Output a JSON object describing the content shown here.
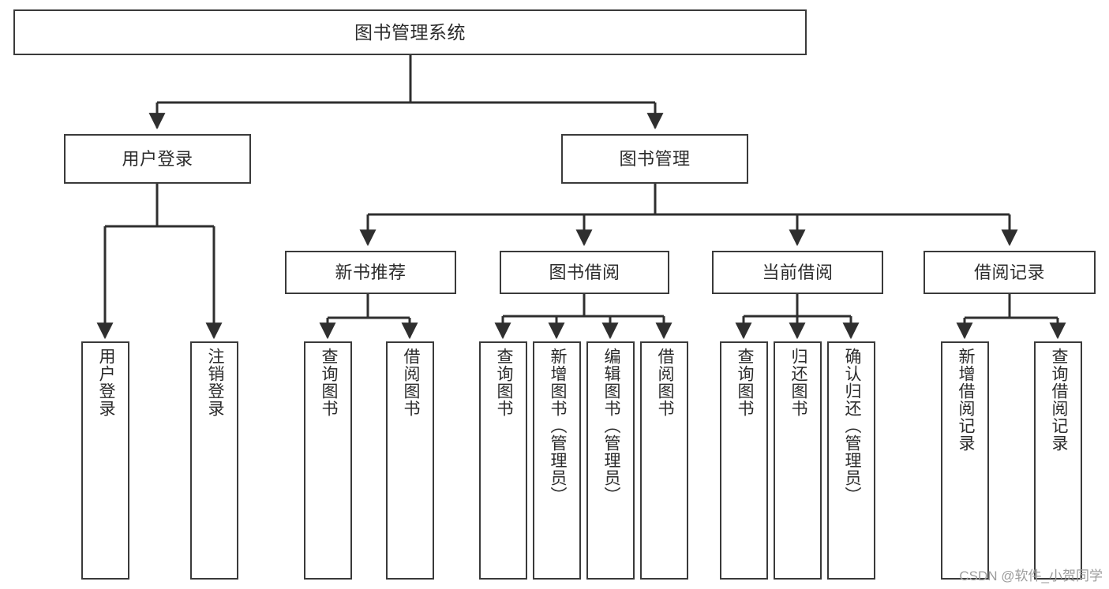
{
  "diagram": {
    "type": "tree",
    "title": "图书管理系统",
    "style": {
      "box_stroke": "#3a3a3a",
      "box_fill": "#ffffff",
      "edge_stroke": "#2f2f2f",
      "text_color": "#2b2b2b",
      "background": "#ffffff"
    },
    "nodes": {
      "root": {
        "label": "图书管理系统"
      },
      "level2": [
        {
          "label": "用户登录"
        },
        {
          "label": "图书管理"
        }
      ],
      "level3": [
        {
          "label": "新书推荐"
        },
        {
          "label": "图书借阅"
        },
        {
          "label": "当前借阅"
        },
        {
          "label": "借阅记录"
        }
      ],
      "leaves": {
        "user_login": [
          {
            "label": "用户登录"
          },
          {
            "label": "注销登录"
          }
        ],
        "new_book_rec": [
          {
            "label": "查询图书"
          },
          {
            "label": "借阅图书"
          }
        ],
        "book_borrow": [
          {
            "label": "查询图书"
          },
          {
            "label": "新增图书（管理员）"
          },
          {
            "label": "编辑图书（管理员）"
          },
          {
            "label": "借阅图书"
          }
        ],
        "current_borrow": [
          {
            "label": "查询图书"
          },
          {
            "label": "归还图书"
          },
          {
            "label": "确认归还（管理员）"
          }
        ],
        "borrow_record": [
          {
            "label": "新增借阅记录"
          },
          {
            "label": "查询借阅记录"
          }
        ]
      }
    },
    "watermark": "CSDN @软件_小贺同学"
  }
}
